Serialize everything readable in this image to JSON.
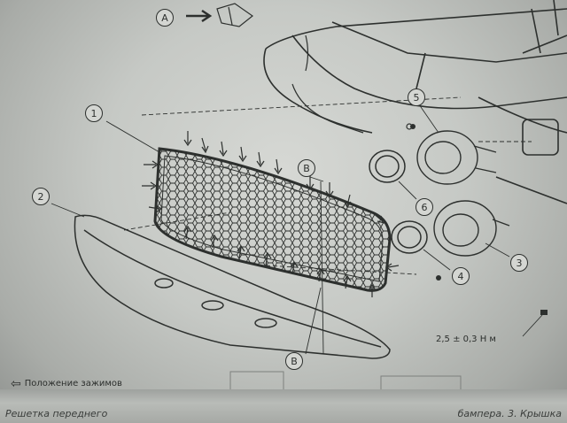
{
  "callouts": {
    "a": "A",
    "b_top": "B",
    "b_bottom": "B",
    "n1": "1",
    "n2": "2",
    "n3": "3",
    "n4": "4",
    "n5": "5",
    "n6": "6"
  },
  "legend": {
    "icon": "hollow-left-arrow-icon",
    "text": "Положение зажимов"
  },
  "torque": "2,5 ± 0,3 Н м",
  "footer": {
    "left": "Решетка переднего",
    "right": "бампера. 3. Крышка"
  },
  "colors": {
    "ink": "#2d302e",
    "paper": "#d0d3cf"
  }
}
